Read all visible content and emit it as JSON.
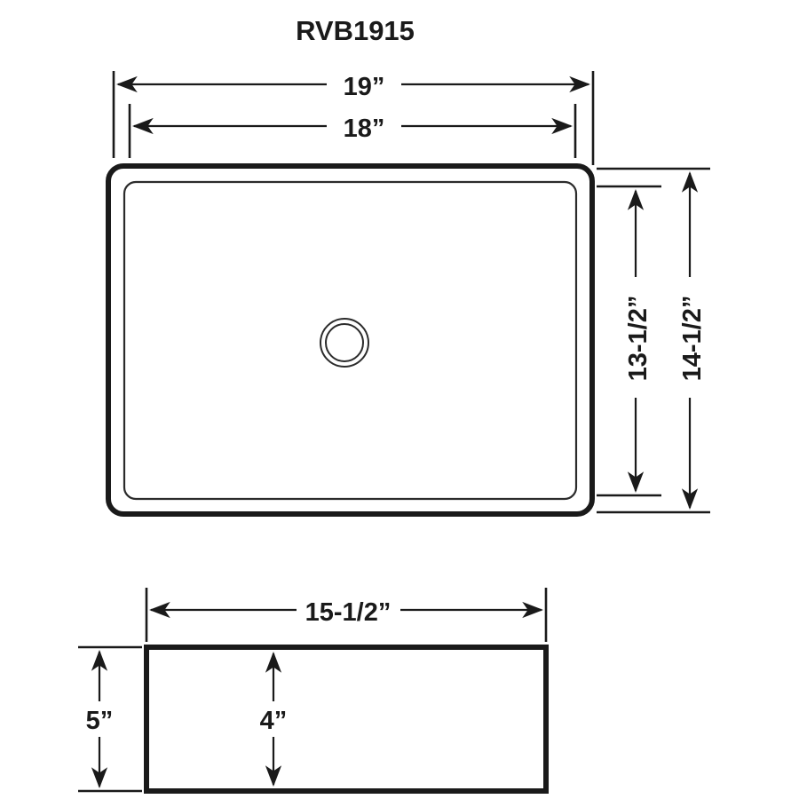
{
  "document": {
    "title": "RVB1915",
    "kind": "sink-dimension-drawing",
    "units": "inches",
    "line_color": "#1a1a1a",
    "background_color": "#ffffff"
  },
  "top_view": {
    "name": "top-view",
    "dimensions": {
      "overall_width": "19”",
      "inner_width": "18”",
      "inner_depth": "13-1/2”",
      "overall_depth": "14-1/2”"
    },
    "drain": {
      "label": "drain-opening"
    }
  },
  "side_view": {
    "name": "side-view",
    "dimensions": {
      "width": "15-1/2”",
      "overall_height": "5”",
      "inner_height": "4”"
    }
  },
  "chart_data": {
    "type": "table",
    "title": "RVB1915",
    "categories": [
      "Overall width",
      "Inner width",
      "Inner depth",
      "Overall depth",
      "Side width",
      "Overall height",
      "Inner height"
    ],
    "values": [
      "19”",
      "18”",
      "13-1/2”",
      "14-1/2”",
      "15-1/2”",
      "5”",
      "4”"
    ]
  }
}
